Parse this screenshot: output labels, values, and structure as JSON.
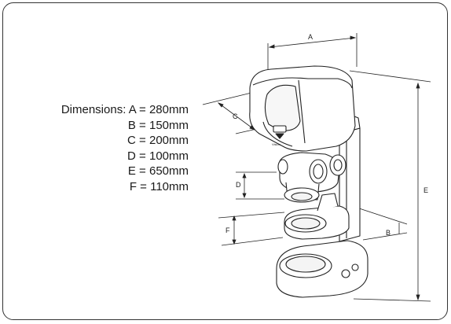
{
  "dimensions": {
    "line_a": "Dimensions: A = 280mm",
    "line_b": "B = 150mm",
    "line_c": "C = 200mm",
    "line_d": "D = 100mm",
    "line_e": "E = 650mm",
    "line_f": "F = 110mm"
  },
  "labels": {
    "a": "A",
    "b": "B",
    "c": "C",
    "d": "D",
    "e": "E",
    "f": "F"
  },
  "microscope": {
    "brand_text": "Vision"
  }
}
